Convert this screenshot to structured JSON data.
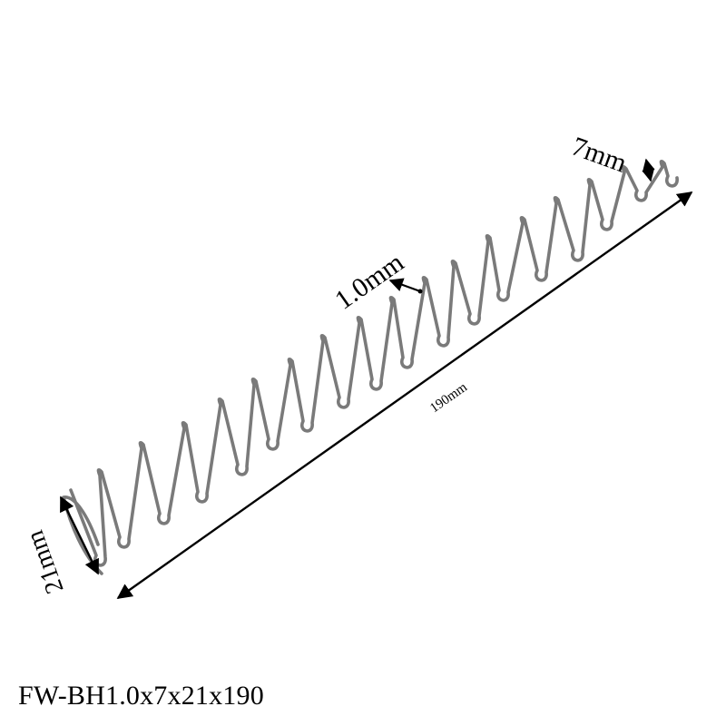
{
  "image": {
    "background": "#ffffff",
    "subject": "wire-form-spring-icon",
    "spring_color": "#7a7a7a",
    "dimension_color": "#000000"
  },
  "dimensions": {
    "length_label": "190mm",
    "width_label": "21mm",
    "height_label": "7mm",
    "wire_label": "1.0mm"
  },
  "caption": {
    "model": "FW-BH1.0x7x21x190"
  }
}
